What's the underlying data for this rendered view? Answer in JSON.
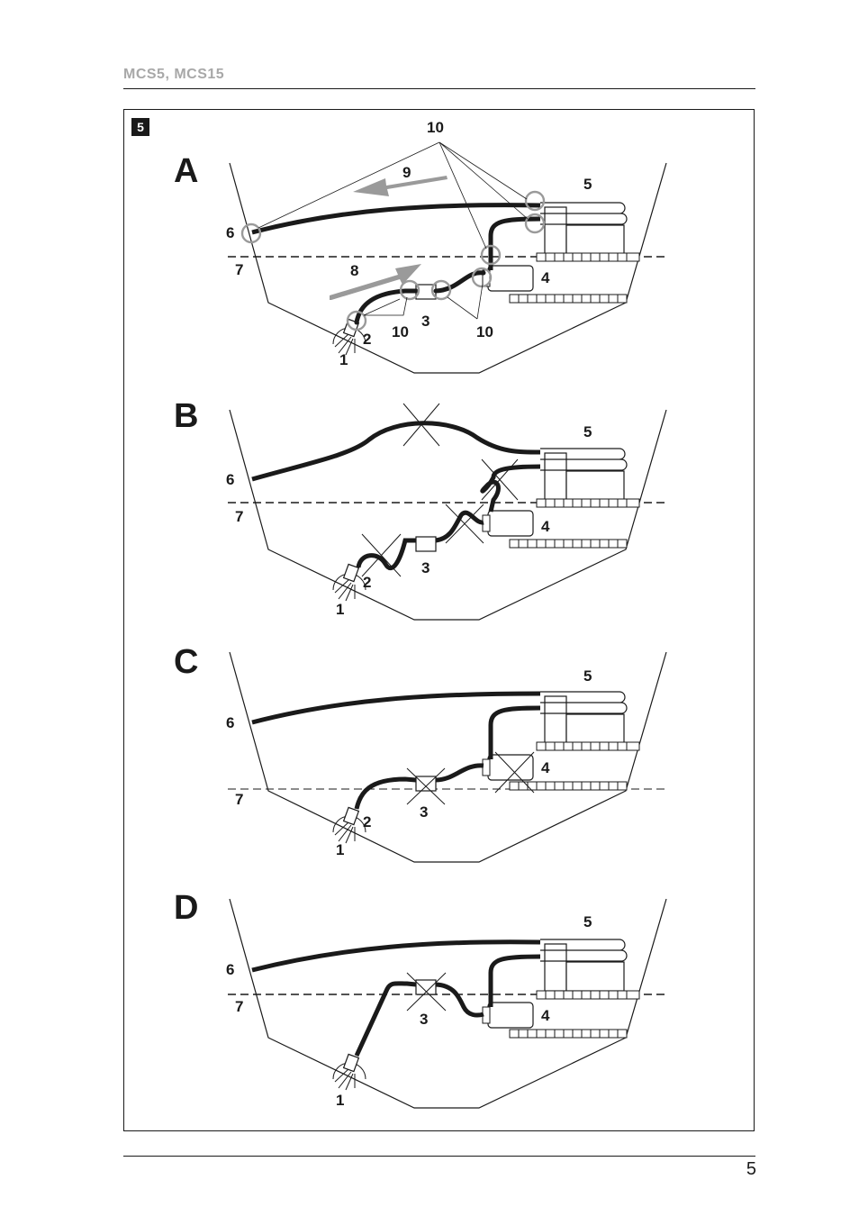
{
  "header": {
    "model": "MCS5, MCS15"
  },
  "figure": {
    "number": "5"
  },
  "page": {
    "number": "5"
  },
  "panels": [
    {
      "id": "A",
      "letter": "A",
      "callouts": {
        "c1": "1",
        "c2": "2",
        "c3": "3",
        "c4": "4",
        "c5": "5",
        "c6": "6",
        "c7": "7",
        "c8": "8",
        "c9": "9",
        "c10a": "10",
        "c10b": "10",
        "c10c": "10"
      }
    },
    {
      "id": "B",
      "letter": "B",
      "callouts": {
        "c1": "1",
        "c2": "2",
        "c3": "3",
        "c4": "4",
        "c5": "5",
        "c6": "6",
        "c7": "7"
      }
    },
    {
      "id": "C",
      "letter": "C",
      "callouts": {
        "c1": "1",
        "c2": "2",
        "c3": "3",
        "c4": "4",
        "c5": "5",
        "c6": "6",
        "c7": "7"
      }
    },
    {
      "id": "D",
      "letter": "D",
      "callouts": {
        "c1": "1",
        "c3": "3",
        "c4": "4",
        "c5": "5",
        "c6": "6",
        "c7": "7"
      }
    }
  ],
  "colors": {
    "ink": "#1a1a1a",
    "gray": "#9a9a9a",
    "header": "#a8a8a8"
  }
}
